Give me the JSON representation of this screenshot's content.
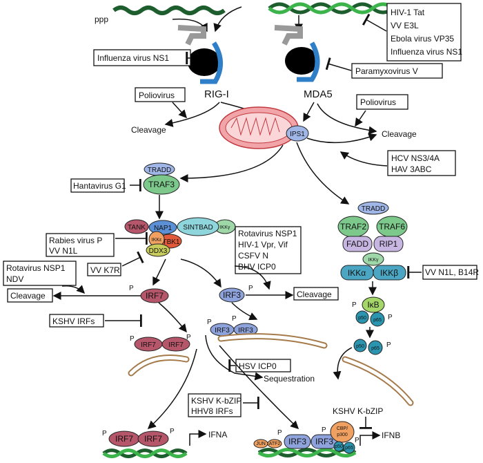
{
  "colors": {
    "dna_dark": "#1e5e2e",
    "dna_light": "#3cb44b",
    "rig_blue": "#2f7fc8",
    "mito": "#f2a5a8",
    "traf": "#7cc98b",
    "tradd": "#9fb6e6",
    "purple": "#c8b6e2",
    "ikk": "#4aa6c2",
    "irf7": "#b5566a",
    "irf3": "#8ea2dc",
    "er": "#a57a4a",
    "orange": "#f0a060",
    "ikb": "#a5d66a"
  },
  "labels": {
    "ppp": "ppp",
    "rigi": "RIG-I",
    "mda5": "MDA5",
    "ips1": "IPS1",
    "cleavage": "Cleavage",
    "sequestration": "Sequestration",
    "ifna": "IFNA",
    "ifnb": "IFNB",
    "p": "P",
    "kshv_kbzip": "KSHV K-bZIP"
  },
  "inhibitor_boxes": {
    "top_right": [
      "HIV-1 Tat",
      "VV E3L",
      "Ebola virus VP35",
      "Influenza virus NS1"
    ],
    "influenza_ns1": "Influenza virus NS1",
    "paramyxo": "Paramyxovirus V",
    "polio_left": "Poliovirus",
    "polio_right": "Poliovirus",
    "hcv": [
      "HCV NS3/4A",
      "HAV 3ABC"
    ],
    "hanta": "Hantavirus G1",
    "rabies": [
      "Rabies virus P",
      "VV N1L"
    ],
    "vvk7r": "VV K7R",
    "rota_ndv": [
      "Rotavirus NSP1",
      "NDV"
    ],
    "rota_list": [
      "Rotavirus NSP1",
      "HIV-1 Vpr, Vif",
      "CSFV N",
      "BHV ICP0"
    ],
    "cleavage_left": "Cleavage",
    "cleavage_right": "Cleavage",
    "kshv_irfs": "KSHV IRFs",
    "vvn1l": "VV N1L, B14R",
    "hsv": "HSV ICP0",
    "kshv_hhv8": [
      "KSHV K-bZIP",
      "HHV8 IRFs"
    ]
  },
  "proteins": {
    "tradd": "TRADD",
    "traf3": "TRAF3",
    "tank": "TANK",
    "nap1": "NAP1",
    "sintbad": "SINTBAD",
    "ikkg": "IKKγ",
    "ikke": "IKKε",
    "tbk1": "TBK1",
    "ddx3": "DDX3",
    "irf7": "IRF7",
    "irf3": "IRF3",
    "traf2": "TRAF2",
    "traf6": "TRAF6",
    "fadd": "FADD",
    "rip1": "RIP1",
    "ikka": "IKKα",
    "ikkb": "IKKβ",
    "ikb": "IκB",
    "p50": "p50",
    "p65": "p65",
    "jun": "JUN",
    "atf2": "ATF2",
    "cbp": "CBP/",
    "p300": "p300"
  }
}
